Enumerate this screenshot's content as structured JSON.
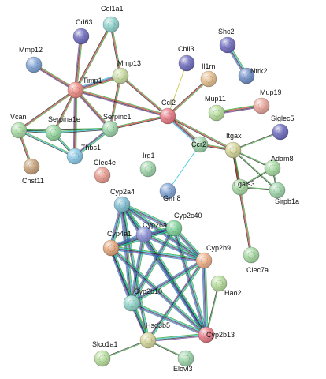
{
  "network": {
    "nodes": [
      {
        "id": "Col1a1",
        "label": "Col1a1",
        "color": "#8fd4cd"
      },
      {
        "id": "Cd63",
        "label": "Cd63",
        "color": "#6f6cc0"
      },
      {
        "id": "Mmp12",
        "label": "Mmp12",
        "color": "#7fa3d6"
      },
      {
        "id": "Mmp13",
        "label": "Mmp13",
        "color": "#c9dca0"
      },
      {
        "id": "Timp1",
        "label": "Timp1",
        "color": "#f08b82"
      },
      {
        "id": "Chil3",
        "label": "Chil3",
        "color": "#6f6cc0"
      },
      {
        "id": "Shc2",
        "label": "Shc2",
        "color": "#6f6cc0"
      },
      {
        "id": "Ntrk2",
        "label": "Ntrk2",
        "color": "#6f8fc9"
      },
      {
        "id": "Il1rn",
        "label": "Il1rn",
        "color": "#e6c08f"
      },
      {
        "id": "Mup11",
        "label": "Mup11",
        "color": "#b7df9c"
      },
      {
        "id": "Mup19",
        "label": "Mup19",
        "color": "#eaa79b"
      },
      {
        "id": "Vcan",
        "label": "Vcan",
        "color": "#a7dba3"
      },
      {
        "id": "Serpina1e",
        "label": "Serpina1e",
        "color": "#93d79d"
      },
      {
        "id": "Serpinc1",
        "label": "Serpinc1",
        "color": "#9ed6aa"
      },
      {
        "id": "Ccl2",
        "label": "Ccl2",
        "color": "#e87a86"
      },
      {
        "id": "Siglec5",
        "label": "Siglec5",
        "color": "#6f6cc0"
      },
      {
        "id": "Thbs1",
        "label": "Thbs1",
        "color": "#88c9e6"
      },
      {
        "id": "Chst11",
        "label": "Chst11",
        "color": "#c8a37a"
      },
      {
        "id": "Ccr2",
        "label": "Ccr2",
        "color": "#9ed6aa"
      },
      {
        "id": "Itgax",
        "label": "Itgax",
        "color": "#d6d69a"
      },
      {
        "id": "Irg1",
        "label": "Irg1",
        "color": "#9ed6aa"
      },
      {
        "id": "Clec4e",
        "label": "Clec4e",
        "color": "#e99a8e"
      },
      {
        "id": "Adam8",
        "label": "Adam8",
        "color": "#a7dba3"
      },
      {
        "id": "Grm8",
        "label": "Grm8",
        "color": "#7fa3d6"
      },
      {
        "id": "Lgals3",
        "label": "Lgals3",
        "color": "#a7dba3"
      },
      {
        "id": "Sirpb1a",
        "label": "Sirpb1a",
        "color": "#9ed6aa"
      },
      {
        "id": "Cyp2a4",
        "label": "Cyp2a4",
        "color": "#7fbfd4"
      },
      {
        "id": "Cyp26a1",
        "label": "Cyp26a1",
        "color": "#8a8fd6"
      },
      {
        "id": "Cyp2c40",
        "label": "Cyp2c40",
        "color": "#7fd49a"
      },
      {
        "id": "Cyp4a1",
        "label": "Cyp4a1",
        "color": "#e6a57a"
      },
      {
        "id": "Cyp2b9",
        "label": "Cyp2b9",
        "color": "#f0b089"
      },
      {
        "id": "Clec7a",
        "label": "Clec7a",
        "color": "#a7dba3"
      },
      {
        "id": "Cyp2b10",
        "label": "Cyp2b10",
        "color": "#8fd4c8"
      },
      {
        "id": "Hao2",
        "label": "Hao2",
        "color": "#b7df9c"
      },
      {
        "id": "Hsd3b5",
        "label": "Hsd3b5",
        "color": "#d6d69a"
      },
      {
        "id": "Cyp2b13",
        "label": "Cyp2b13",
        "color": "#e87a86"
      },
      {
        "id": "Slco1a1",
        "label": "Slco1a1",
        "color": "#b7df9c"
      },
      {
        "id": "Elovl3",
        "label": "Elovl3",
        "color": "#9ed6aa"
      }
    ],
    "edges": [
      {
        "source": "Col1a1",
        "target": "Timp1",
        "colors": [
          "#2ca02c",
          "#d62728",
          "#1f1f1f"
        ]
      },
      {
        "source": "Col1a1",
        "target": "Mmp13",
        "colors": [
          "#2ca02c",
          "#d62728",
          "#1f1f1f"
        ]
      },
      {
        "source": "Cd63",
        "target": "Timp1",
        "colors": [
          "#2ca02c",
          "#d62728",
          "#1f1f1f",
          "#6a3d9a"
        ]
      },
      {
        "source": "Mmp12",
        "target": "Timp1",
        "colors": [
          "#2ca02c",
          "#d62728",
          "#1f1f1f",
          "#6a3d9a"
        ]
      },
      {
        "source": "Mmp13",
        "target": "Timp1",
        "colors": [
          "#2ca02c",
          "#d62728",
          "#1f1f1f",
          "#6a3d9a",
          "#17becf"
        ]
      },
      {
        "source": "Mmp13",
        "target": "Serpinc1",
        "colors": [
          "#2ca02c",
          "#d62728",
          "#1f1f1f"
        ]
      },
      {
        "source": "Mmp13",
        "target": "Ccl2",
        "colors": [
          "#2ca02c",
          "#d62728",
          "#1f1f1f"
        ]
      },
      {
        "source": "Timp1",
        "target": "Vcan",
        "colors": [
          "#2ca02c",
          "#d62728",
          "#1f1f1f"
        ]
      },
      {
        "source": "Timp1",
        "target": "Serpina1e",
        "colors": [
          "#2ca02c",
          "#d62728",
          "#1f1f1f"
        ]
      },
      {
        "source": "Timp1",
        "target": "Serpinc1",
        "colors": [
          "#2ca02c",
          "#d62728",
          "#1f1f1f",
          "#6a3d9a"
        ]
      },
      {
        "source": "Timp1",
        "target": "Thbs1",
        "colors": [
          "#2ca02c",
          "#d62728",
          "#1f1f1f",
          "#6a3d9a"
        ]
      },
      {
        "source": "Timp1",
        "target": "Ccl2",
        "colors": [
          "#2ca02c",
          "#d62728",
          "#1f1f1f",
          "#6a3d9a"
        ]
      },
      {
        "source": "Vcan",
        "target": "Serpina1e",
        "colors": [
          "#2ca02c",
          "#17becf",
          "#1f1f1f"
        ]
      },
      {
        "source": "Vcan",
        "target": "Thbs1",
        "colors": [
          "#2ca02c",
          "#17becf",
          "#1f1f1f"
        ]
      },
      {
        "source": "Vcan",
        "target": "Chst11",
        "colors": [
          "#2ca02c",
          "#d62728",
          "#1f1f1f"
        ]
      },
      {
        "source": "Vcan",
        "target": "Serpinc1",
        "colors": [
          "#2ca02c",
          "#1f1f1f"
        ]
      },
      {
        "source": "Serpina1e",
        "target": "Serpinc1",
        "colors": [
          "#2ca02c",
          "#17becf",
          "#1f1f1f"
        ]
      },
      {
        "source": "Serpina1e",
        "target": "Thbs1",
        "colors": [
          "#2ca02c",
          "#17becf",
          "#1f1f1f"
        ]
      },
      {
        "source": "Serpinc1",
        "target": "Thbs1",
        "colors": [
          "#2ca02c",
          "#17becf",
          "#1f1f1f",
          "#6a3d9a"
        ]
      },
      {
        "source": "Serpinc1",
        "target": "Ccl2",
        "colors": [
          "#2ca02c",
          "#d62728",
          "#1f1f1f"
        ]
      },
      {
        "source": "Chil3",
        "target": "Ccl2",
        "colors": [
          "#bcbd22"
        ]
      },
      {
        "source": "Il1rn",
        "target": "Ccl2",
        "colors": [
          "#2ca02c",
          "#d62728",
          "#1f1f1f"
        ]
      },
      {
        "source": "Shc2",
        "target": "Ntrk2",
        "colors": [
          "#2ca02c",
          "#17becf",
          "#1f1f1f",
          "#6a3d9a",
          "#1f77b4"
        ]
      },
      {
        "source": "Mup11",
        "target": "Mup19",
        "colors": [
          "#2ca02c",
          "#d62728",
          "#1f1f1f",
          "#6a3d9a"
        ]
      },
      {
        "source": "Ccl2",
        "target": "Ccr2",
        "colors": [
          "#2ca02c",
          "#d62728",
          "#1f1f1f",
          "#6a3d9a",
          "#17becf"
        ]
      },
      {
        "source": "Ccl2",
        "target": "Itgax",
        "colors": [
          "#2ca02c",
          "#d62728",
          "#1f1f1f"
        ]
      },
      {
        "source": "Ccr2",
        "target": "Itgax",
        "colors": [
          "#2ca02c",
          "#d62728",
          "#1f1f1f"
        ]
      },
      {
        "source": "Ccr2",
        "target": "Grm8",
        "colors": [
          "#17becf"
        ]
      },
      {
        "source": "Siglec5",
        "target": "Itgax",
        "colors": [
          "#2ca02c",
          "#1f1f1f"
        ]
      },
      {
        "source": "Itgax",
        "target": "Adam8",
        "colors": [
          "#2ca02c",
          "#1f1f1f"
        ]
      },
      {
        "source": "Itgax",
        "target": "Lgals3",
        "colors": [
          "#2ca02c",
          "#1f1f1f",
          "#d62728"
        ]
      },
      {
        "source": "Itgax",
        "target": "Sirpb1a",
        "colors": [
          "#2ca02c",
          "#1f1f1f"
        ]
      },
      {
        "source": "Itgax",
        "target": "Clec7a",
        "colors": [
          "#2ca02c",
          "#d62728",
          "#1f1f1f"
        ]
      },
      {
        "source": "Adam8",
        "target": "Sirpb1a",
        "colors": [
          "#2ca02c",
          "#1f1f1f"
        ]
      },
      {
        "source": "Lgals3",
        "target": "Sirpb1a",
        "colors": [
          "#2ca02c",
          "#1f1f1f"
        ]
      },
      {
        "source": "Lgals3",
        "target": "Adam8",
        "colors": [
          "#2ca02c",
          "#1f1f1f"
        ]
      },
      {
        "source": "Cyp2a4",
        "target": "Cyp26a1",
        "colors": [
          "#2ca02c",
          "#17becf",
          "#1f1f1f",
          "#6a3d9a",
          "#1f77b4"
        ]
      },
      {
        "source": "Cyp2a4",
        "target": "Cyp2c40",
        "colors": [
          "#2ca02c",
          "#17becf",
          "#1f1f1f",
          "#6a3d9a",
          "#1f77b4"
        ]
      },
      {
        "source": "Cyp2a4",
        "target": "Cyp4a1",
        "colors": [
          "#2ca02c",
          "#17becf",
          "#1f1f1f",
          "#6a3d9a",
          "#1f77b4"
        ]
      },
      {
        "source": "Cyp2a4",
        "target": "Cyp2b9",
        "colors": [
          "#2ca02c",
          "#17becf",
          "#1f1f1f",
          "#6a3d9a",
          "#1f77b4"
        ]
      },
      {
        "source": "Cyp2a4",
        "target": "Cyp2b10",
        "colors": [
          "#2ca02c",
          "#17becf",
          "#1f1f1f",
          "#6a3d9a",
          "#1f77b4"
        ]
      },
      {
        "source": "Cyp2a4",
        "target": "Cyp2b13",
        "colors": [
          "#2ca02c",
          "#17becf",
          "#1f1f1f",
          "#6a3d9a",
          "#1f77b4"
        ]
      },
      {
        "source": "Cyp2a4",
        "target": "Hsd3b5",
        "colors": [
          "#2ca02c",
          "#17becf",
          "#1f1f1f",
          "#6a3d9a"
        ]
      },
      {
        "source": "Cyp26a1",
        "target": "Cyp2c40",
        "colors": [
          "#2ca02c",
          "#17becf",
          "#1f1f1f",
          "#6a3d9a",
          "#1f77b4"
        ]
      },
      {
        "source": "Cyp26a1",
        "target": "Cyp4a1",
        "colors": [
          "#2ca02c",
          "#17becf",
          "#1f1f1f",
          "#6a3d9a",
          "#1f77b4"
        ]
      },
      {
        "source": "Cyp26a1",
        "target": "Cyp2b9",
        "colors": [
          "#2ca02c",
          "#17becf",
          "#1f1f1f",
          "#6a3d9a",
          "#1f77b4"
        ]
      },
      {
        "source": "Cyp26a1",
        "target": "Cyp2b10",
        "colors": [
          "#2ca02c",
          "#17becf",
          "#1f1f1f",
          "#6a3d9a",
          "#1f77b4"
        ]
      },
      {
        "source": "Cyp26a1",
        "target": "Cyp2b13",
        "colors": [
          "#2ca02c",
          "#17becf",
          "#1f1f1f",
          "#6a3d9a",
          "#1f77b4"
        ]
      },
      {
        "source": "Cyp2c40",
        "target": "Cyp4a1",
        "colors": [
          "#2ca02c",
          "#17becf",
          "#1f1f1f",
          "#6a3d9a",
          "#1f77b4"
        ]
      },
      {
        "source": "Cyp2c40",
        "target": "Cyp2b9",
        "colors": [
          "#2ca02c",
          "#17becf",
          "#1f1f1f",
          "#6a3d9a",
          "#1f77b4"
        ]
      },
      {
        "source": "Cyp2c40",
        "target": "Cyp2b10",
        "colors": [
          "#2ca02c",
          "#17becf",
          "#1f1f1f",
          "#6a3d9a",
          "#1f77b4"
        ]
      },
      {
        "source": "Cyp2c40",
        "target": "Cyp2b13",
        "colors": [
          "#2ca02c",
          "#17becf",
          "#1f1f1f",
          "#6a3d9a",
          "#1f77b4"
        ]
      },
      {
        "source": "Cyp4a1",
        "target": "Cyp2b9",
        "colors": [
          "#2ca02c",
          "#17becf",
          "#1f1f1f",
          "#6a3d9a",
          "#1f77b4"
        ]
      },
      {
        "source": "Cyp4a1",
        "target": "Cyp2b10",
        "colors": [
          "#2ca02c",
          "#17becf",
          "#1f1f1f",
          "#6a3d9a",
          "#1f77b4"
        ]
      },
      {
        "source": "Cyp4a1",
        "target": "Cyp2b13",
        "colors": [
          "#2ca02c",
          "#17becf",
          "#1f1f1f",
          "#6a3d9a",
          "#1f77b4"
        ]
      },
      {
        "source": "Cyp4a1",
        "target": "Hsd3b5",
        "colors": [
          "#2ca02c",
          "#17becf",
          "#1f1f1f",
          "#6a3d9a"
        ]
      },
      {
        "source": "Cyp2b9",
        "target": "Cyp2b10",
        "colors": [
          "#2ca02c",
          "#17becf",
          "#1f1f1f",
          "#6a3d9a",
          "#1f77b4"
        ]
      },
      {
        "source": "Cyp2b9",
        "target": "Cyp2b13",
        "colors": [
          "#2ca02c",
          "#17becf",
          "#1f1f1f",
          "#6a3d9a",
          "#1f77b4"
        ]
      },
      {
        "source": "Cyp2b9",
        "target": "Hsd3b5",
        "colors": [
          "#2ca02c",
          "#17becf",
          "#1f1f1f",
          "#6a3d9a"
        ]
      },
      {
        "source": "Cyp2b10",
        "target": "Cyp2b13",
        "colors": [
          "#2ca02c",
          "#17becf",
          "#1f1f1f",
          "#6a3d9a",
          "#1f77b4"
        ]
      },
      {
        "source": "Cyp2b10",
        "target": "Hsd3b5",
        "colors": [
          "#2ca02c",
          "#17becf",
          "#1f1f1f",
          "#6a3d9a"
        ]
      },
      {
        "source": "Hao2",
        "target": "Cyp2b13",
        "colors": [
          "#2ca02c",
          "#1f1f1f"
        ]
      },
      {
        "source": "Hsd3b5",
        "target": "Cyp2b13",
        "colors": [
          "#2ca02c",
          "#17becf",
          "#1f1f1f",
          "#6a3d9a"
        ]
      },
      {
        "source": "Hsd3b5",
        "target": "Slco1a1",
        "colors": [
          "#2ca02c",
          "#1f1f1f"
        ]
      },
      {
        "source": "Hsd3b5",
        "target": "Elovl3",
        "colors": [
          "#2ca02c",
          "#1f1f1f"
        ]
      }
    ]
  }
}
